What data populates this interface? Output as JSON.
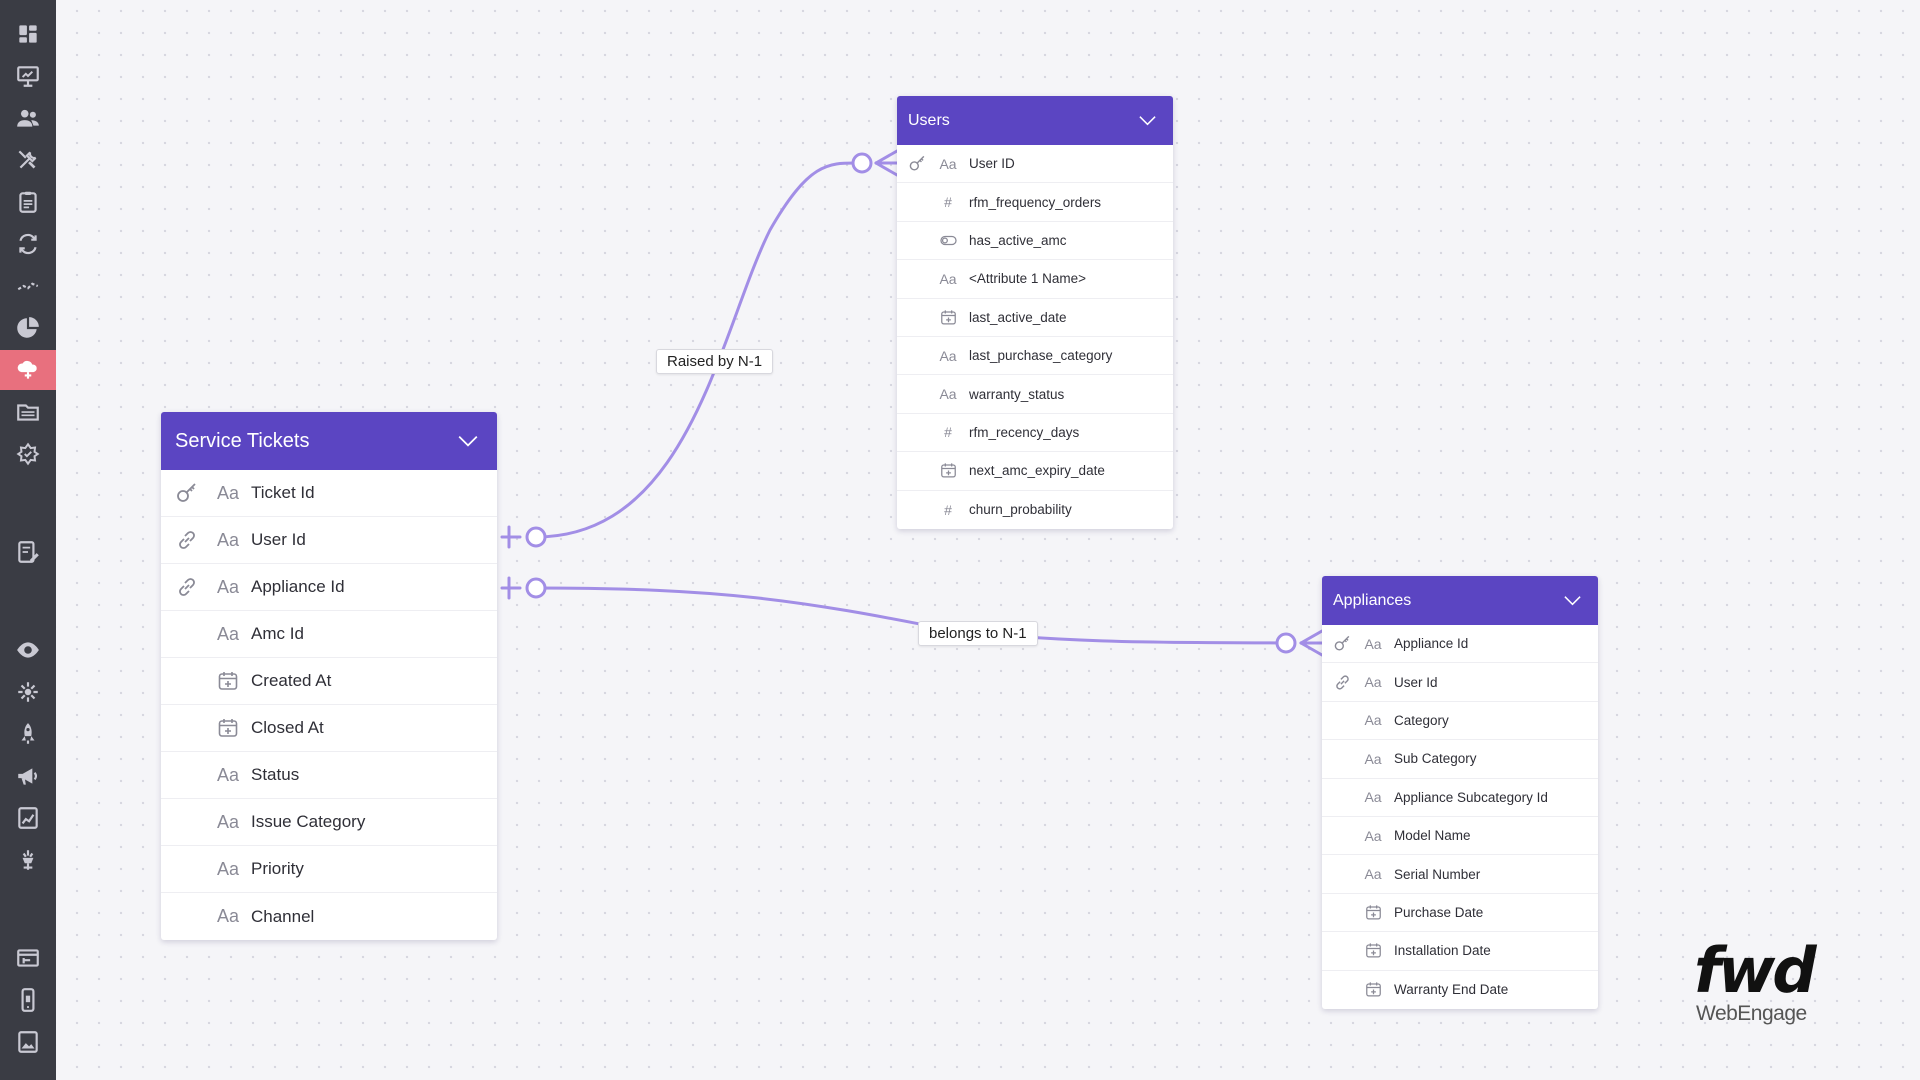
{
  "theme": {
    "accent": "#5b45c2",
    "relation_line": "#a28ee6",
    "sidebar_bg": "#3a3c44",
    "sidebar_active": "#e8707e"
  },
  "sidebar": {
    "items": [
      {
        "icon": "dashboard-icon"
      },
      {
        "icon": "presentation-icon"
      },
      {
        "icon": "users-icon"
      },
      {
        "icon": "tools-icon"
      },
      {
        "icon": "clipboard-icon"
      },
      {
        "icon": "sync-icon"
      },
      {
        "icon": "trend-icon"
      },
      {
        "icon": "pie-chart-icon"
      },
      {
        "icon": "data-cloud-icon",
        "active": true
      },
      {
        "icon": "folder-icon"
      },
      {
        "icon": "badge-icon"
      },
      {
        "icon": "report-edit-icon"
      },
      {
        "icon": "eye-icon"
      },
      {
        "icon": "spark-icon"
      },
      {
        "icon": "rocket-icon"
      },
      {
        "icon": "megaphone-icon"
      },
      {
        "icon": "chart-icon"
      },
      {
        "icon": "plug-icon"
      },
      {
        "icon": "window-icon"
      },
      {
        "icon": "mobile-icon"
      },
      {
        "icon": "image-icon"
      }
    ]
  },
  "tables": {
    "service_tickets": {
      "title": "Service Tickets",
      "fields": [
        {
          "name": "Ticket Id",
          "type": "text",
          "key": "primary"
        },
        {
          "name": "User Id",
          "type": "text",
          "key": "foreign"
        },
        {
          "name": "Appliance Id",
          "type": "text",
          "key": "foreign"
        },
        {
          "name": "Amc Id",
          "type": "text",
          "key": ""
        },
        {
          "name": "Created At",
          "type": "date",
          "key": ""
        },
        {
          "name": "Closed At",
          "type": "date",
          "key": ""
        },
        {
          "name": "Status",
          "type": "text",
          "key": ""
        },
        {
          "name": "Issue Category",
          "type": "text",
          "key": ""
        },
        {
          "name": "Priority",
          "type": "text",
          "key": ""
        },
        {
          "name": "Channel",
          "type": "text",
          "key": ""
        }
      ]
    },
    "users": {
      "title": "Users",
      "fields": [
        {
          "name": "User ID",
          "type": "text",
          "key": "primary"
        },
        {
          "name": "rfm_frequency_orders",
          "type": "number",
          "key": ""
        },
        {
          "name": "has_active_amc",
          "type": "boolean",
          "key": ""
        },
        {
          "name": "<Attribute 1 Name>",
          "type": "text",
          "key": ""
        },
        {
          "name": "last_active_date",
          "type": "date",
          "key": ""
        },
        {
          "name": "last_purchase_category",
          "type": "text",
          "key": ""
        },
        {
          "name": "warranty_status",
          "type": "text",
          "key": ""
        },
        {
          "name": "rfm_recency_days",
          "type": "number",
          "key": ""
        },
        {
          "name": "next_amc_expiry_date",
          "type": "date",
          "key": ""
        },
        {
          "name": "churn_probability",
          "type": "number",
          "key": ""
        }
      ]
    },
    "appliances": {
      "title": "Appliances",
      "fields": [
        {
          "name": "Appliance Id",
          "type": "text",
          "key": "primary"
        },
        {
          "name": "User Id",
          "type": "text",
          "key": "foreign"
        },
        {
          "name": "Category",
          "type": "text",
          "key": ""
        },
        {
          "name": "Sub Category",
          "type": "text",
          "key": ""
        },
        {
          "name": "Appliance Subcategory Id",
          "type": "text",
          "key": ""
        },
        {
          "name": "Model Name",
          "type": "text",
          "key": ""
        },
        {
          "name": "Serial Number",
          "type": "text",
          "key": ""
        },
        {
          "name": "Purchase Date",
          "type": "date",
          "key": ""
        },
        {
          "name": "Installation Date",
          "type": "date",
          "key": ""
        },
        {
          "name": "Warranty End Date",
          "type": "date",
          "key": ""
        }
      ]
    }
  },
  "relations": {
    "raised_by": "Raised by N-1",
    "belongs_to": "belongs to N-1"
  },
  "type_glyphs": {
    "text": "Aa",
    "number": "#"
  },
  "logo": {
    "mark": "fwd",
    "brand": "WebEngage"
  }
}
